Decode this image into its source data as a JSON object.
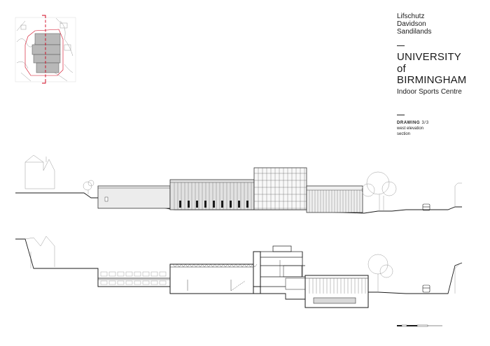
{
  "title_block": {
    "practice_lines": [
      "Lifschutz",
      "Davidson",
      "Sandilands"
    ],
    "client_lines": [
      "UNIVERSITY",
      "of",
      "BIRMINGHAM"
    ],
    "project": "Indoor Sports Centre",
    "drawing_label": "DRAWING",
    "drawing_number": "3/3",
    "drawing_desc_lines": [
      "west elevation",
      "section"
    ]
  },
  "colors": {
    "line": "#1a1a1a",
    "context": "#9a9a9a",
    "building_fill": "#e6e6e6",
    "site_red": "#d0021b",
    "massing_fill": "#b8b8b8"
  },
  "icons": [
    "location-plan",
    "tree",
    "car",
    "scale-bar"
  ]
}
